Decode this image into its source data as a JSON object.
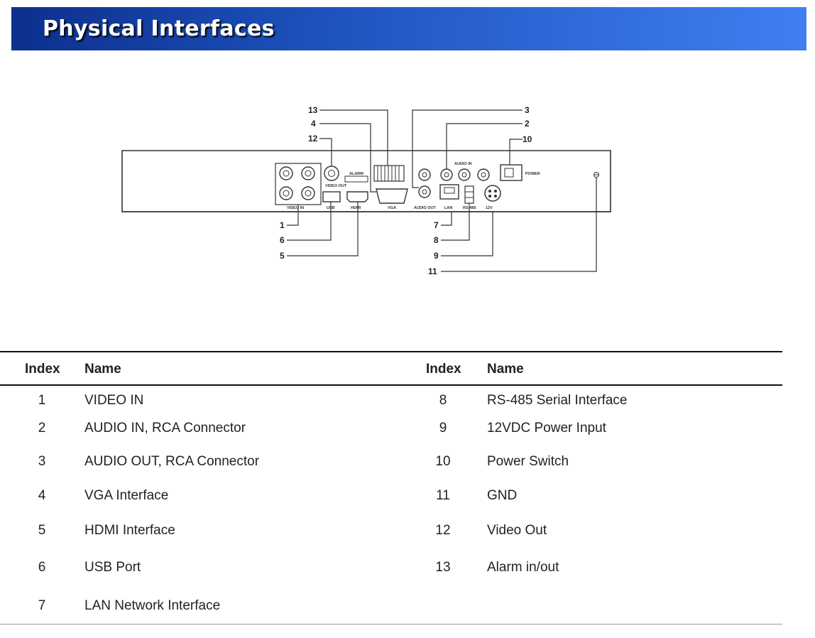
{
  "header": {
    "title": "Physical Interfaces"
  },
  "diagram": {
    "callouts": [
      "1",
      "2",
      "3",
      "4",
      "5",
      "6",
      "7",
      "8",
      "9",
      "10",
      "11",
      "12",
      "13"
    ],
    "panel_labels": {
      "video_in": "VIDEO IN",
      "video_out": "VIDEO OUT",
      "alarm": "ALARM",
      "usb": "USB",
      "hdmi": "HDMI",
      "vga": "VGA",
      "audio_in": "AUDIO IN",
      "audio_out": "AUDIO OUT",
      "lan": "LAN",
      "rs485": "RS-485",
      "power_in": "12V",
      "power": "POWER"
    }
  },
  "table": {
    "headers": {
      "index": "Index",
      "name": "Name"
    },
    "left_rows": [
      {
        "index": "1",
        "name": "VIDEO IN"
      },
      {
        "index": "2",
        "name": "AUDIO IN, RCA Connector"
      },
      {
        "index": "3",
        "name": "AUDIO OUT, RCA Connector"
      },
      {
        "index": "4",
        "name": "VGA Interface"
      },
      {
        "index": "5",
        "name": "HDMI Interface"
      },
      {
        "index": "6",
        "name": "USB Port"
      },
      {
        "index": "7",
        "name": "LAN Network Interface"
      }
    ],
    "right_rows": [
      {
        "index": "8",
        "name": "RS-485  Serial Interface"
      },
      {
        "index": "9",
        "name": "12VDC Power Input"
      },
      {
        "index": "10",
        "name": "Power Switch"
      },
      {
        "index": "11",
        "name": "GND"
      },
      {
        "index": "12",
        "name": "Video Out"
      },
      {
        "index": "13",
        "name": "Alarm in/out"
      }
    ]
  }
}
